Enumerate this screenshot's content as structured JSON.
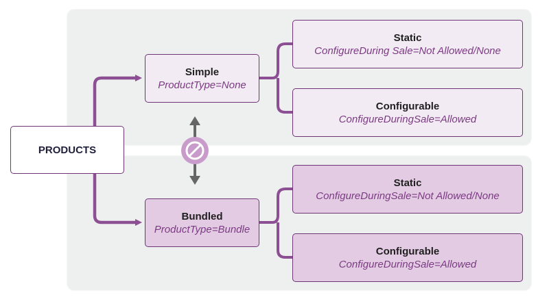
{
  "colors": {
    "panel": "#eef0f0",
    "accent": "#8c4f94",
    "border": "#6e3575",
    "light_fill": "#f3ebf3",
    "dark_fill": "#e3cce3",
    "arrow_gray": "#666666"
  },
  "root": {
    "label": "PRODUCTS"
  },
  "simple": {
    "title": "Simple",
    "subtitle": "ProductType=None",
    "children": [
      {
        "title": "Static",
        "subtitle": "ConfigureDuring Sale=Not Allowed/None"
      },
      {
        "title": "Configurable",
        "subtitle": "ConfigureDuringSale=Allowed"
      }
    ]
  },
  "bundled": {
    "title": "Bundled",
    "subtitle": "ProductType=Bundle",
    "children": [
      {
        "title": "Static",
        "subtitle": "ConfigureDuringSale=Not Allowed/None"
      },
      {
        "title": "Configurable",
        "subtitle": "ConfigureDuringSale=Allowed"
      }
    ]
  },
  "icons": {
    "conversion": "prohibited-icon",
    "bidirectional": "double-arrow-icon"
  }
}
